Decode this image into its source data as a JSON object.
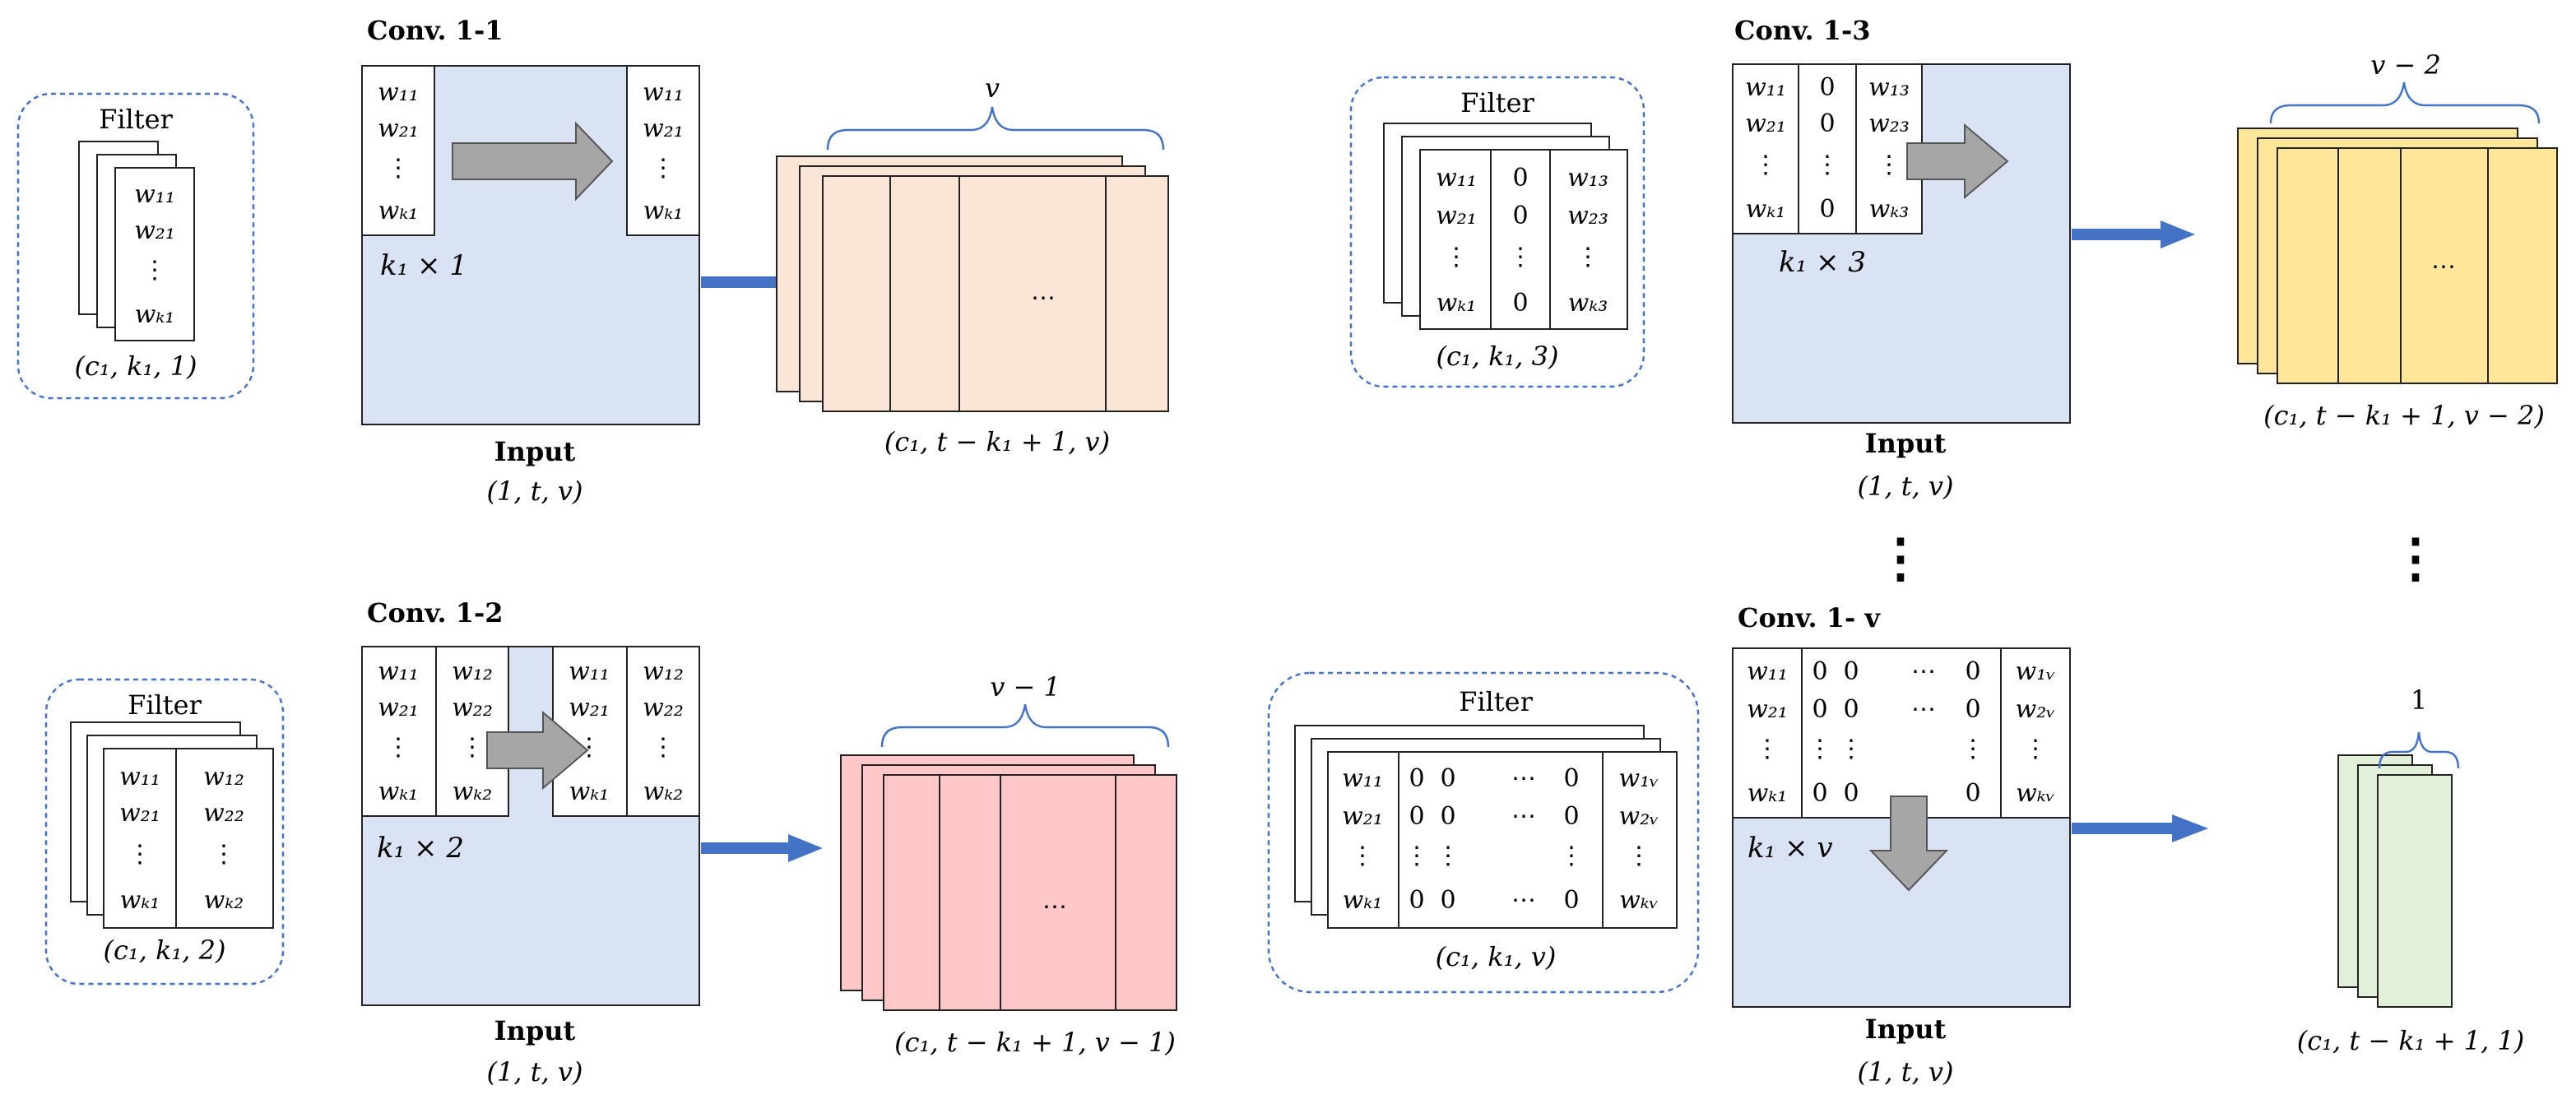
{
  "panels": {
    "p11": {
      "title": "Conv. 1-1",
      "filter_title": "Filter",
      "filter_shape": "(c₁, k₁, 1)",
      "kernel_label": "k₁ × 1",
      "input_label": "Input",
      "input_shape": "(1, t, v)",
      "output_shape": "(c₁, t − k₁ + 1, v)",
      "brace_label": "v",
      "dots": "⋯"
    },
    "p12": {
      "title": "Conv. 1-2",
      "filter_title": "Filter",
      "filter_shape": "(c₁, k₁, 2)",
      "kernel_label": "k₁ × 2",
      "input_label": "Input",
      "input_shape": "(1, t, v)",
      "output_shape": "(c₁, t − k₁ + 1, v − 1)",
      "brace_label": "v − 1",
      "dots": "⋯"
    },
    "p13": {
      "title": "Conv. 1-3",
      "filter_title": "Filter",
      "filter_shape": "(c₁, k₁, 3)",
      "kernel_label": "k₁ × 3",
      "input_label": "Input",
      "input_shape": "(1, t, v)",
      "output_shape": "(c₁, t − k₁ + 1, v − 2)",
      "brace_label": "v − 2",
      "dots": "⋯"
    },
    "p1v": {
      "title": "Conv. 1- v",
      "filter_title": "Filter",
      "filter_shape": "(c₁, k₁, v)",
      "kernel_label": "k₁ × v",
      "input_label": "Input",
      "input_shape": "(1, t, v)",
      "output_shape": "(c₁, t − k₁ + 1, 1)",
      "brace_label": "1"
    }
  },
  "weights": {
    "w11": "w₁₁",
    "w21": "w₂₁",
    "wk1": "wₖ₁",
    "w12": "w₁₂",
    "w22": "w₂₂",
    "wk2": "wₖ₂",
    "w13": "w₁₃",
    "w23": "w₂₃",
    "wk3": "wₖ₃",
    "w1v": "w₁ᵥ",
    "w2v": "w₂ᵥ",
    "wkv": "wₖᵥ",
    "zero": "0",
    "vdots": "⋮",
    "hdots": "⋯"
  },
  "vertical_ellipsis": "⋮",
  "colors": {
    "input_fill": "#dae3f3",
    "out_11": "#fbe5d6",
    "out_12": "#ffc7c7",
    "out_13": "#ffe699",
    "out_1v": "#e2f0d9",
    "arrow_blue": "#4472c4",
    "arrow_gray": "#a6a6a6",
    "filter_border": "#4472c4"
  }
}
